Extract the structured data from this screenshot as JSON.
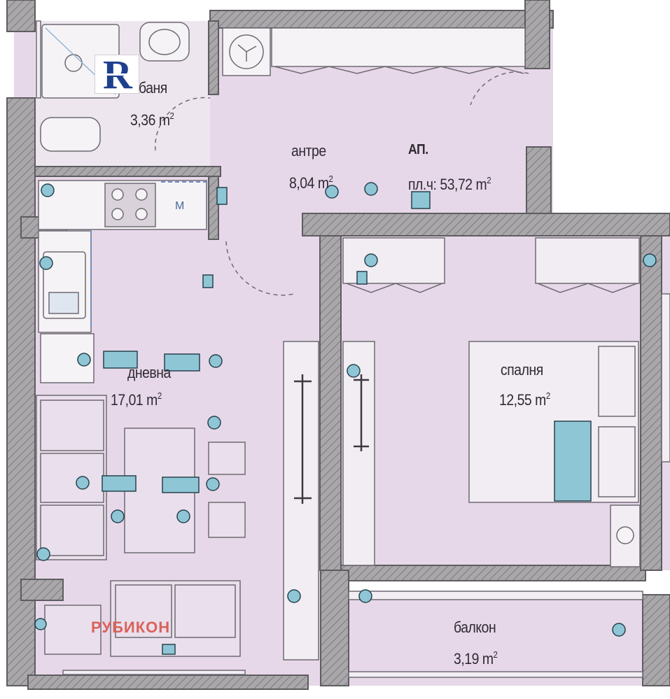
{
  "plan": {
    "rooms": {
      "bath": {
        "name": "баня",
        "area": "3,36 m",
        "unit_exp": "2"
      },
      "hall": {
        "name": "антре",
        "area": "8,04 m",
        "unit_exp": "2"
      },
      "living": {
        "name": "дневна",
        "area": "17,01 m",
        "unit_exp": "2"
      },
      "bedroom": {
        "name": "спалня",
        "area": "12,55 m",
        "unit_exp": "2"
      },
      "balcony": {
        "name": "балкон",
        "area": "3,19 m",
        "unit_exp": "2"
      }
    },
    "apartment": {
      "code": "АП.",
      "total_area": "пл.ч: 53,72 m",
      "unit_exp": "2"
    },
    "kitchen_mark": "М",
    "watermark": "РУБИКОН",
    "logo_letter": "R",
    "colors": {
      "floor": "#e7d8e9",
      "wall": "#8e8c8f",
      "wall_hatch": "#b4b2b5",
      "fixture_blue": "#8fc6d6",
      "furniture_line": "#6e6a72",
      "logo": "#1d3f8e",
      "watermark": "#d9635a"
    }
  }
}
